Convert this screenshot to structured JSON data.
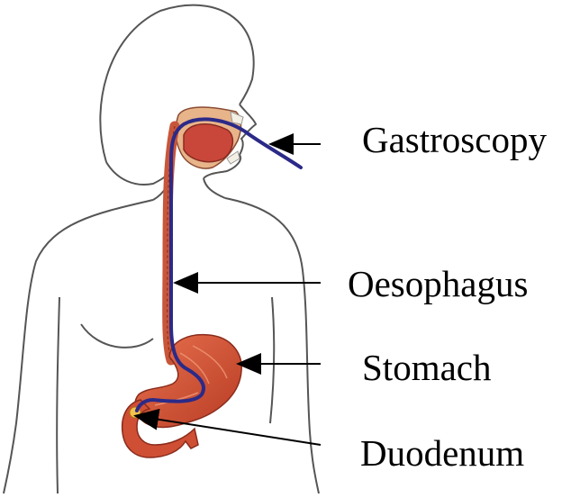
{
  "labels": {
    "gastroscopy": "Gastroscopy",
    "oesophagus": "Oesophagus",
    "stomach": "Stomach",
    "duodenum": "Duodenum"
  },
  "colors": {
    "outline": "#555555",
    "organ_fill": "#d9583d",
    "organ_dark": "#a9321f",
    "tongue": "#c8473a",
    "scope": "#2b2a88",
    "bile": "#f2c34b",
    "arrow": "#000000"
  }
}
